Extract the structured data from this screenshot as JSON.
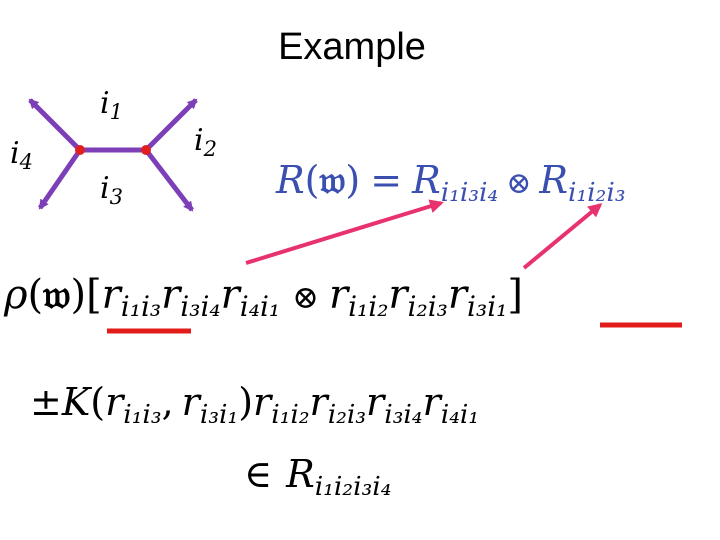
{
  "title": "Example",
  "colors": {
    "graph_edge": "#7d3fb8",
    "vertex": "#e02020",
    "arrow_pink": "#e8326e",
    "underline_red": "#e21b1b",
    "equation_blue": "#3a4fb0"
  },
  "graph": {
    "labels": {
      "i1": "i",
      "i1_sub": "1",
      "i2": "i",
      "i2_sub": "2",
      "i3": "i",
      "i3_sub": "3",
      "i4": "i",
      "i4_sub": "4"
    }
  },
  "equation_top": {
    "R": "R",
    "open": "(",
    "w": "𝔴",
    "close": ")",
    "eq": "=",
    "R1": "R",
    "R1_sub": "i₁i₃i₄",
    "otimes": "⊗",
    "R2": "R",
    "R2_sub": "i₁i₂i₃"
  },
  "line1": {
    "rho": "ρ",
    "open": "(",
    "w": "𝔴",
    "close": ")",
    "lbrack": "[",
    "terms_left": [
      {
        "r": "r",
        "sub": "i₁i₃"
      },
      {
        "r": "r",
        "sub": "i₃i₄"
      },
      {
        "r": "r",
        "sub": "i₄i₁"
      }
    ],
    "otimes": "⊗",
    "terms_right": [
      {
        "r": "r",
        "sub": "i₁i₂"
      },
      {
        "r": "r",
        "sub": "i₂i₃"
      },
      {
        "r": "r",
        "sub": "i₃i₁"
      }
    ],
    "rbrack": "]"
  },
  "line2": {
    "pm": "±",
    "K": "K",
    "open": "(",
    "k1": "r",
    "k1_sub": "i₁i₃",
    "comma": ",",
    "k2": "r",
    "k2_sub": "i₃i₁",
    "close": ")",
    "terms": [
      {
        "r": "r",
        "sub": "i₁i₂"
      },
      {
        "r": "r",
        "sub": "i₂i₃"
      },
      {
        "r": "r",
        "sub": "i₃i₄"
      },
      {
        "r": "r",
        "sub": "i₄i₁"
      }
    ]
  },
  "line3": {
    "in": "∈",
    "R": "R",
    "R_sub": "i₁i₂i₃i₄"
  }
}
